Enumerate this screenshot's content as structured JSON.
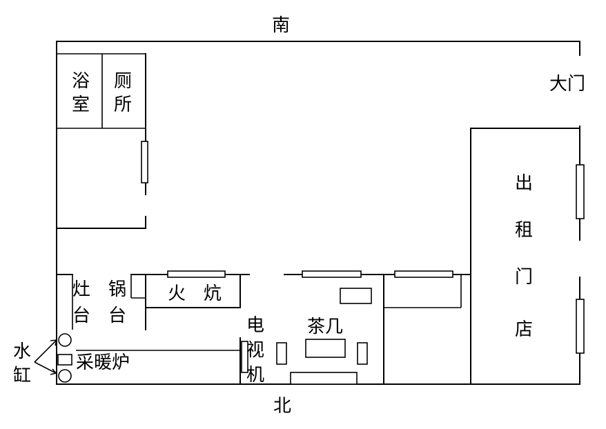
{
  "compass": {
    "south": "南",
    "north": "北"
  },
  "rooms": {
    "bathroom": [
      "浴",
      "室"
    ],
    "toilet": [
      "厕",
      "所"
    ],
    "front_door": "大门",
    "rental_shop": [
      "出",
      "租",
      "门",
      "店"
    ]
  },
  "kitchen": {
    "stove": [
      "灶",
      "台"
    ],
    "wok": [
      "锅",
      "台"
    ],
    "kang": [
      "火",
      "炕"
    ],
    "heater": "采暖炉"
  },
  "living": {
    "tv": [
      "电",
      "视",
      "机"
    ],
    "tea_table": "茶几"
  },
  "water_tank": [
    "水",
    "缸"
  ]
}
